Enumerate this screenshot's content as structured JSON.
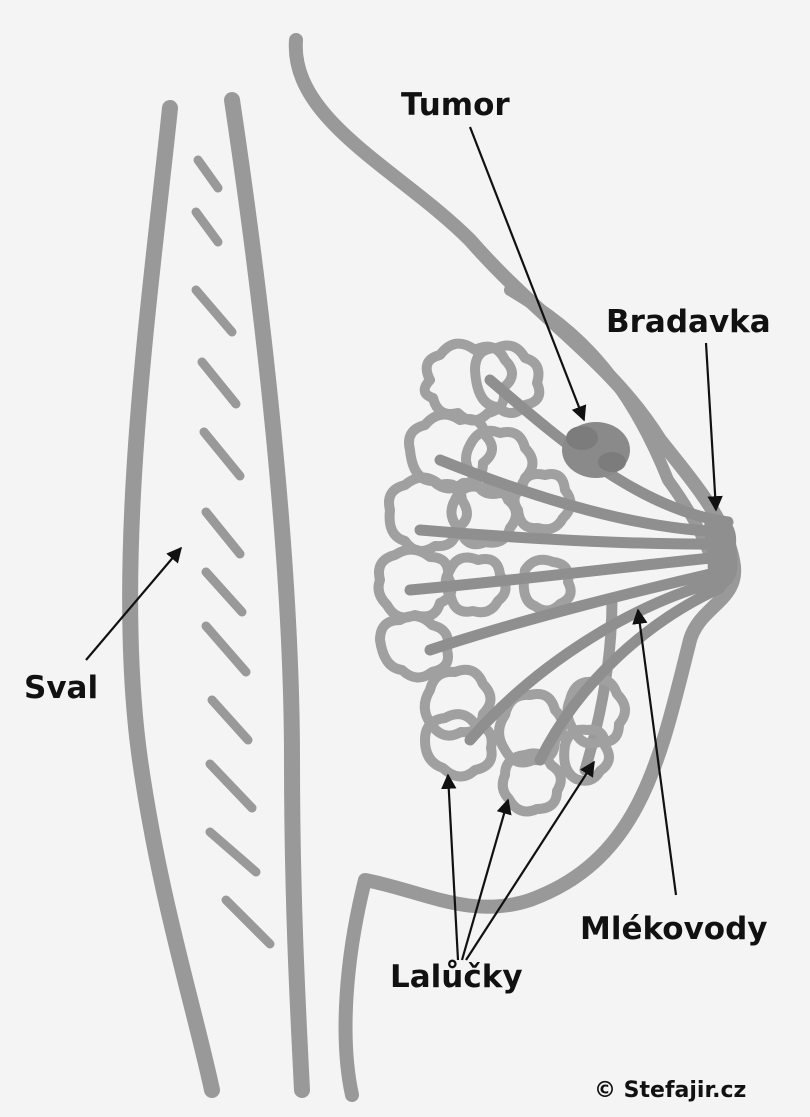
{
  "labels": {
    "tumor": "Tumor",
    "bradavka": "Bradavka",
    "sval": "Sval",
    "mlekovody": "Mlékovody",
    "lalucky": "Lalůčky",
    "credit": "© Stefajir.cz"
  },
  "colors": {
    "background": "#f4f4f4",
    "tissue": "#999999",
    "label": "#111111"
  }
}
